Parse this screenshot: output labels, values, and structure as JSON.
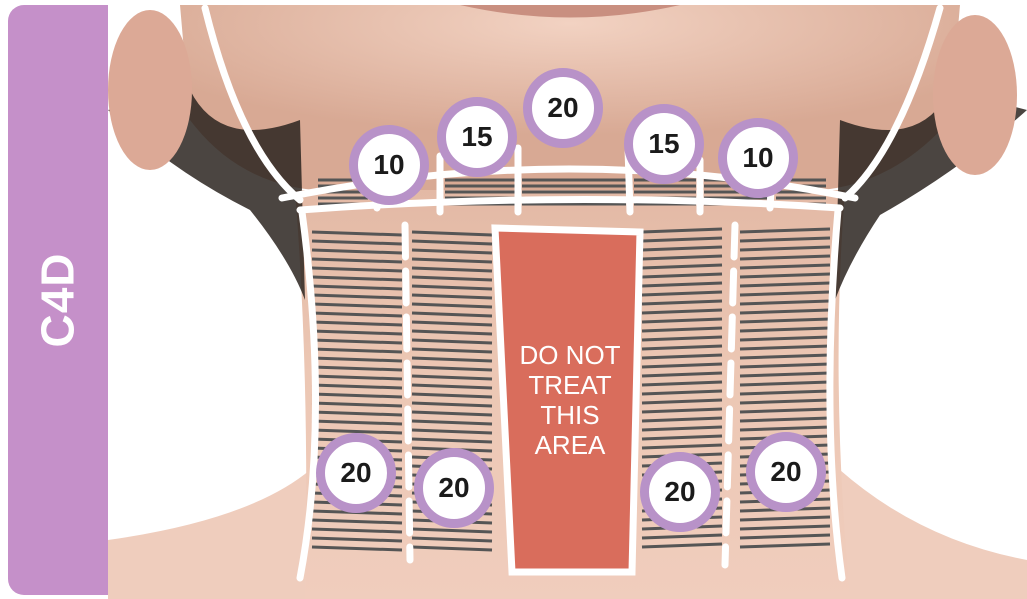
{
  "sidebar": {
    "label": "C4D",
    "color": "#c590c9"
  },
  "zone_color": "#d96d5c",
  "dose_ring_color": "#b892c8",
  "warning_lines": [
    "DO NOT",
    "TREAT",
    "THIS",
    "AREA"
  ],
  "doses": {
    "upper_left_outer": "10",
    "upper_left_inner": "15",
    "upper_center": "20",
    "upper_right_inner": "15",
    "upper_right_outer": "10",
    "lower_left_outer": "20",
    "lower_left_inner": "20",
    "lower_right_inner": "20",
    "lower_right_outer": "20"
  }
}
